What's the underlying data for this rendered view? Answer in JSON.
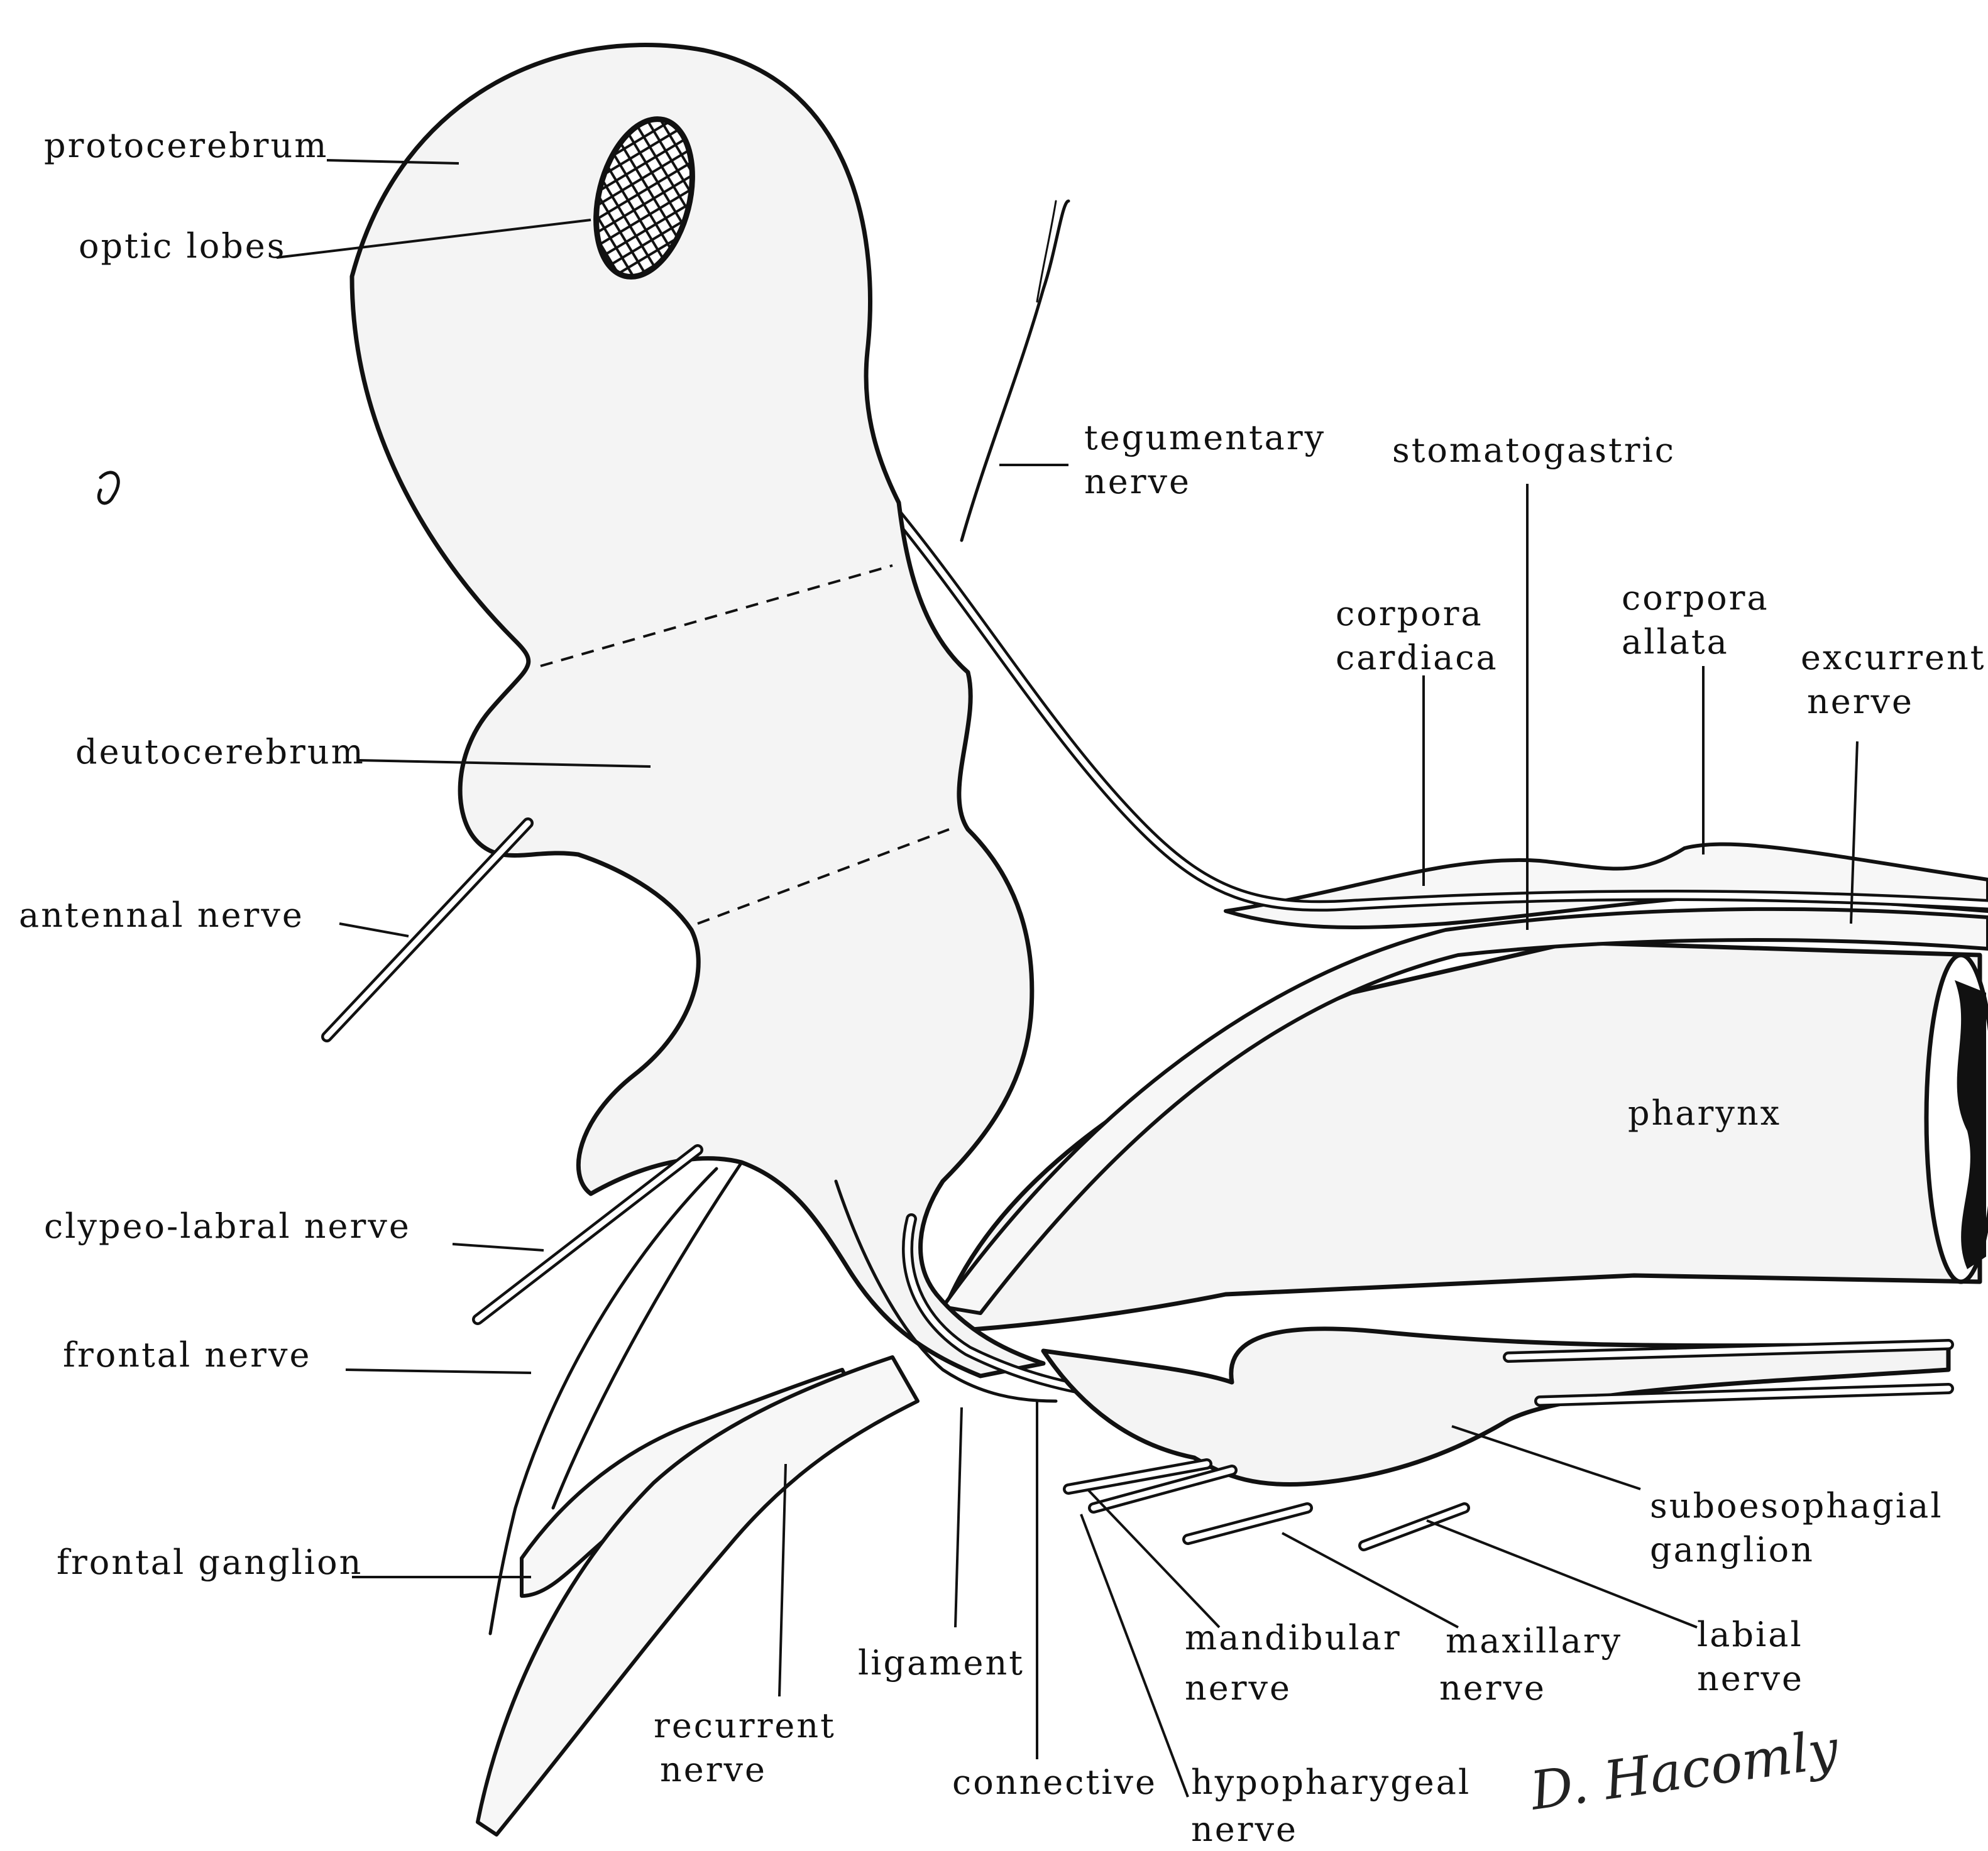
{
  "labels": {
    "protocerebrum": "protocerebrum",
    "optic_lobes": "optic lobes",
    "deutocerebrum": "deutocerebrum",
    "antennal_nerve": "antennal nerve",
    "clypeo_labral_nerve": "clypeo-labral nerve",
    "frontal_nerve": "frontal nerve",
    "frontal_ganglion": "frontal ganglion",
    "tegumentary_1": "tegumentary",
    "tegumentary_2": "nerve",
    "stomatogastric": "stomatogastric",
    "corpora_cardiaca_1": "corpora",
    "corpora_cardiaca_2": "cardiaca",
    "corpora_allata_1": "corpora",
    "corpora_allata_2": "allata",
    "excurrent_1": "excurrent",
    "excurrent_2": "nerve",
    "pharynx": "pharynx",
    "suboesophagial_1": "suboesophagial",
    "suboesophagial_2": "ganglion",
    "labial_1": "labial",
    "labial_2": "nerve",
    "maxillary_1": "maxillary",
    "maxillary_2": "nerve",
    "mandibular_1": "mandibular",
    "mandibular_2": "nerve",
    "hypopharygeal_1": "hypopharygeal",
    "hypopharygeal_2": "nerve",
    "connective": "connective",
    "ligament": "ligament",
    "recurrent_1": "recurrent",
    "recurrent_2": "nerve"
  },
  "signature": "D. Hacomly",
  "colors": {
    "ink": "#111111",
    "tissue": "#f4f4f4",
    "paper": "#ffffff"
  }
}
